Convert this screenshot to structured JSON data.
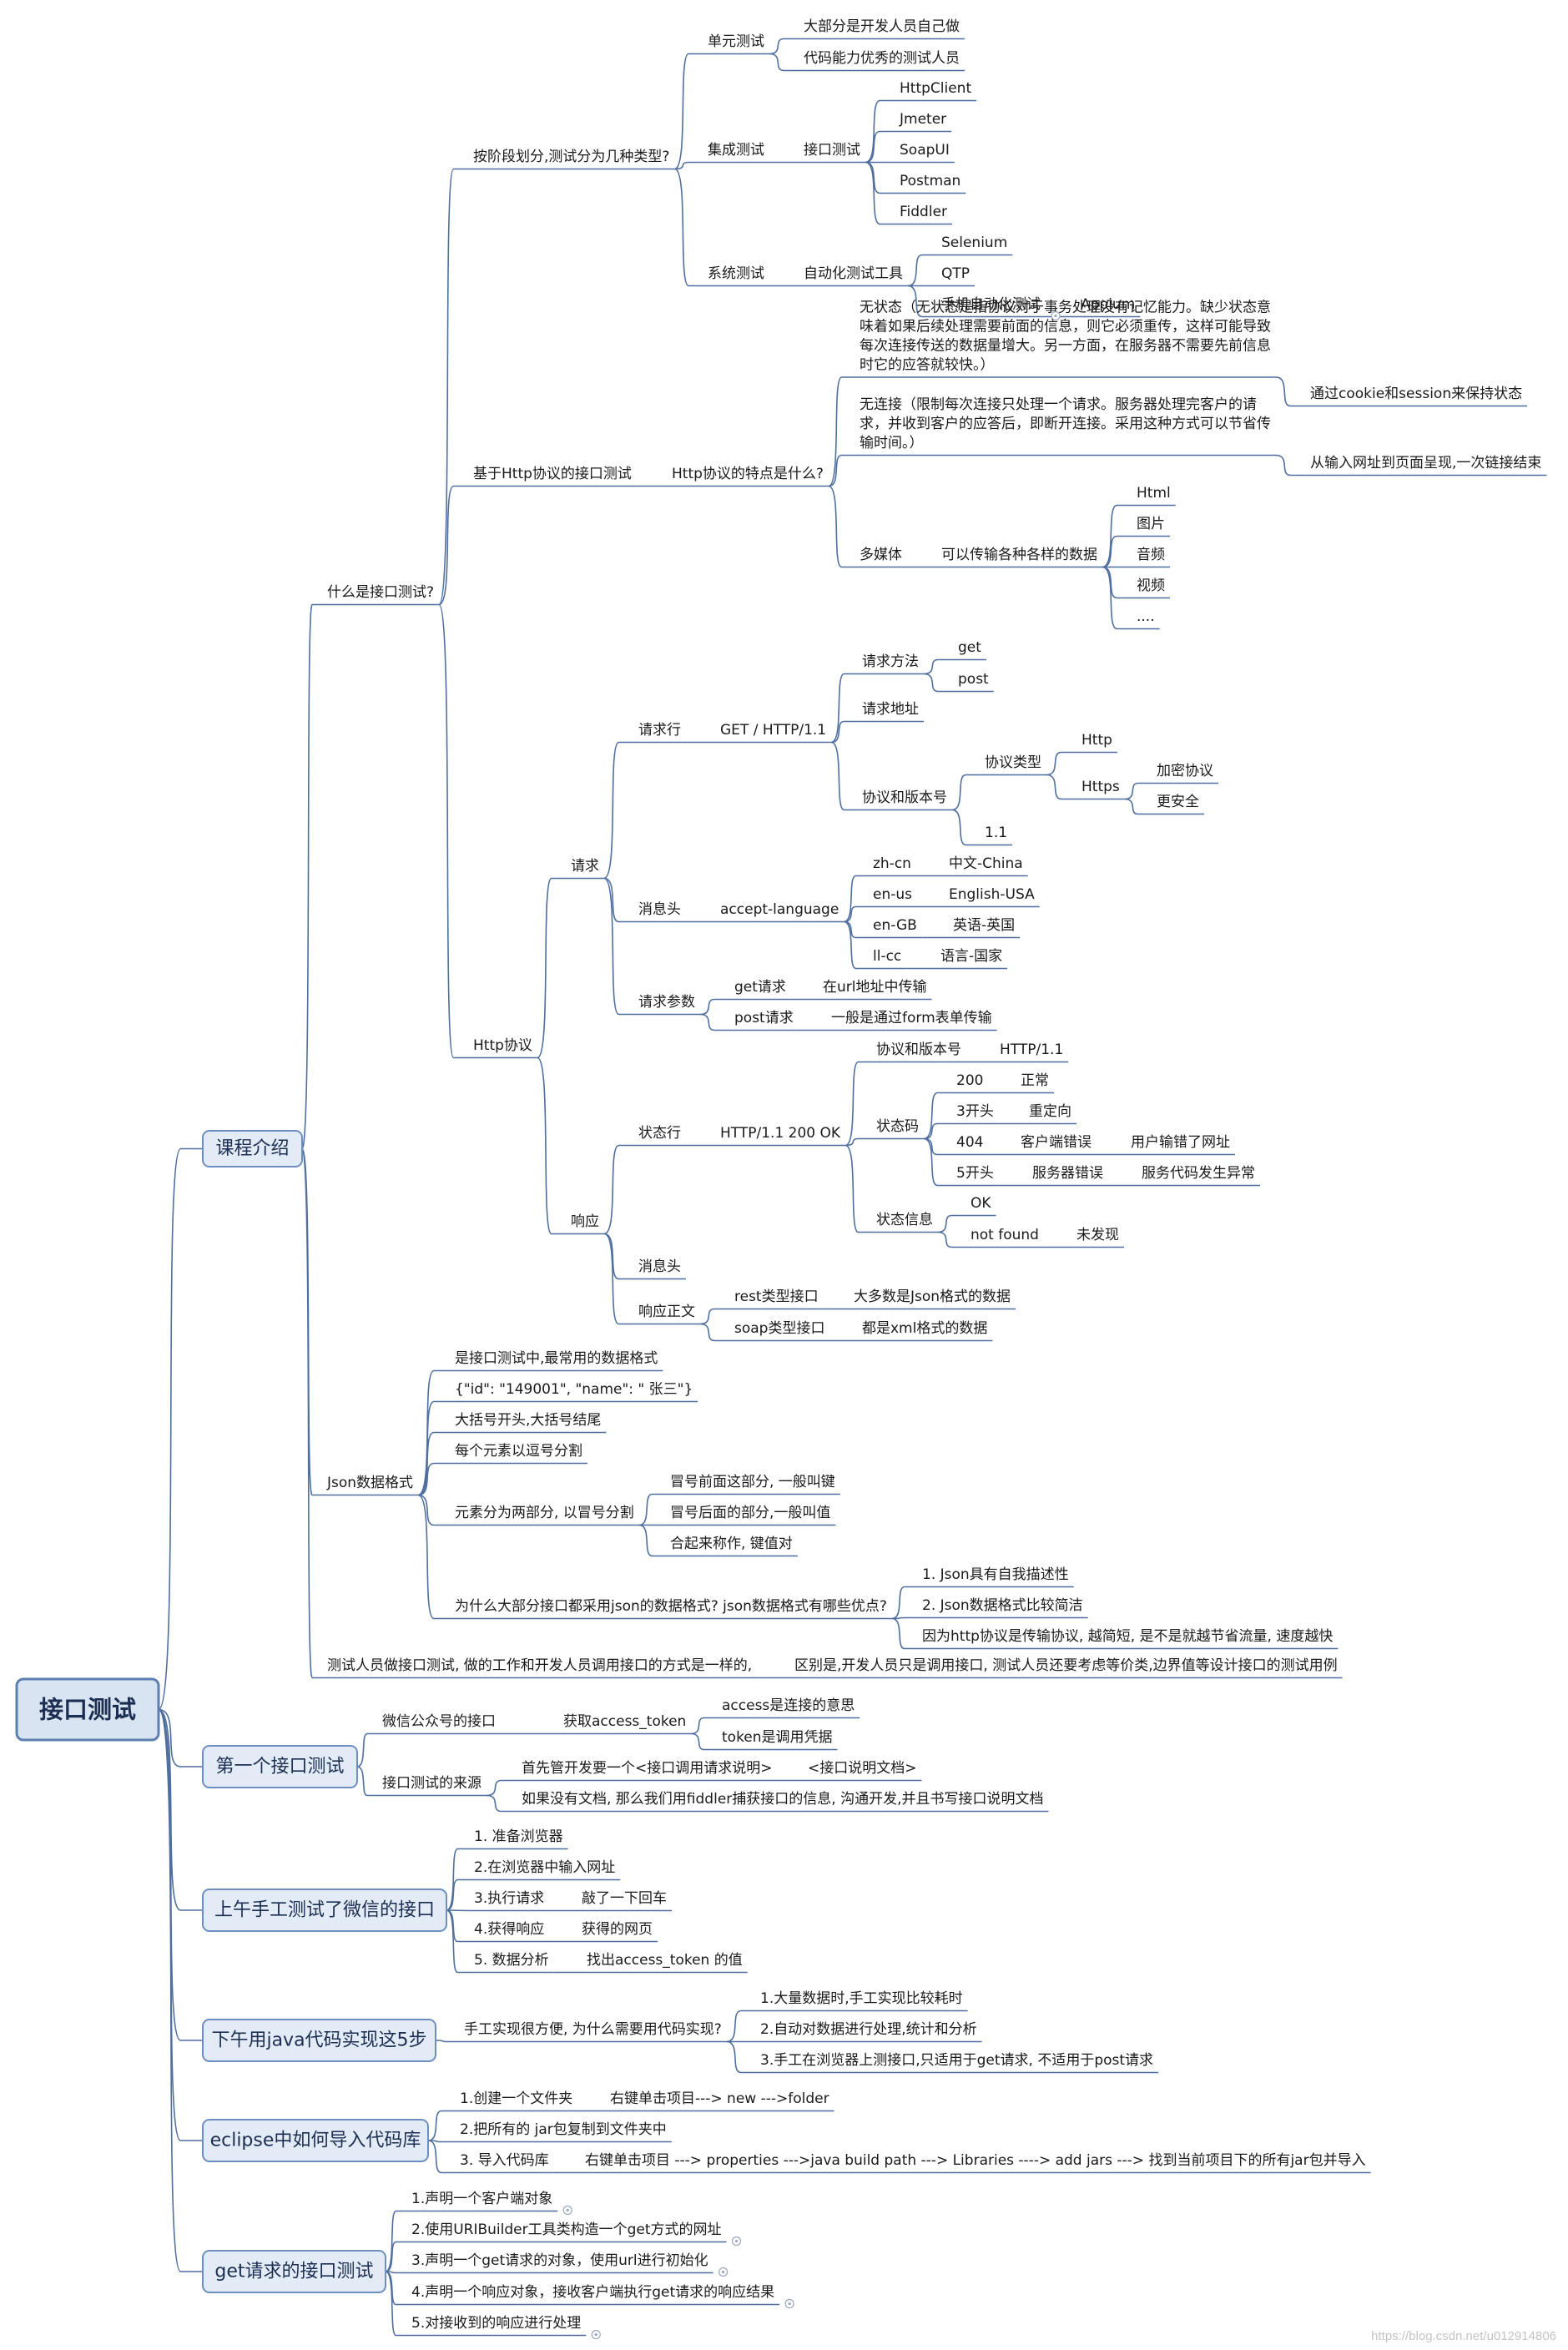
{
  "root": {
    "id": "root",
    "label": "接口测试"
  },
  "nodes": [
    {
      "id": "m1",
      "parent": "root",
      "label": "课程介绍"
    },
    {
      "id": "m2",
      "parent": "root",
      "label": "第一个接口测试"
    },
    {
      "id": "m3",
      "parent": "root",
      "label": "上午手工测试了微信的接口"
    },
    {
      "id": "m4",
      "parent": "root",
      "label": "下午用java代码实现这5步"
    },
    {
      "id": "m5",
      "parent": "root",
      "label": "eclipse中如何导入代码库"
    },
    {
      "id": "m6",
      "parent": "root",
      "label": "get请求的接口测试"
    },
    {
      "id": "a1",
      "parent": "m1",
      "label": "什么是接口测试?"
    },
    {
      "id": "a2",
      "parent": "m1",
      "label": "Json数据格式"
    },
    {
      "id": "a3",
      "parent": "m1",
      "label": "测试人员做接口测试, 做的工作和开发人员调用接口的方式是一样的,"
    },
    {
      "id": "a3x",
      "parent": "a3",
      "label": "区别是,开发人员只是调用接口, 测试人员还要考虑等价类,边界值等设计接口的测试用例"
    },
    {
      "id": "b1",
      "parent": "a1",
      "label": "按阶段划分,测试分为几种类型?"
    },
    {
      "id": "b2",
      "parent": "a1",
      "label": "基于Http协议的接口测试"
    },
    {
      "id": "b3",
      "parent": "a1",
      "label": "Http协议"
    },
    {
      "id": "c1",
      "parent": "b1",
      "label": "单元测试"
    },
    {
      "id": "c1a",
      "parent": "c1",
      "label": "大部分是开发人员自己做"
    },
    {
      "id": "c1b",
      "parent": "c1",
      "label": "代码能力优秀的测试人员"
    },
    {
      "id": "c2",
      "parent": "b1",
      "label": "集成测试"
    },
    {
      "id": "c2a",
      "parent": "c2",
      "label": "接口测试"
    },
    {
      "id": "c2a1",
      "parent": "c2a",
      "label": "HttpClient"
    },
    {
      "id": "c2a2",
      "parent": "c2a",
      "label": "Jmeter"
    },
    {
      "id": "c2a3",
      "parent": "c2a",
      "label": "SoapUI"
    },
    {
      "id": "c2a4",
      "parent": "c2a",
      "label": "Postman"
    },
    {
      "id": "c2a5",
      "parent": "c2a",
      "label": "Fiddler"
    },
    {
      "id": "c3",
      "parent": "b1",
      "label": "系统测试"
    },
    {
      "id": "c3a",
      "parent": "c3",
      "label": "自动化测试工具"
    },
    {
      "id": "c3a1",
      "parent": "c3a",
      "label": "Selenium"
    },
    {
      "id": "c3a2",
      "parent": "c3a",
      "label": "QTP"
    },
    {
      "id": "c3a3",
      "parent": "c3a",
      "label": "手机自动化测试"
    },
    {
      "id": "c3a3a",
      "parent": "c3a3",
      "label": "Appium"
    },
    {
      "id": "d1",
      "parent": "b2",
      "label": "Http协议的特点是什么?"
    },
    {
      "id": "d1a",
      "parent": "d1",
      "label": "无状态（无状态是指协议对于事务处理没有记忆能力。缺少状态意味着如果后续处理需要前面的信息，则它必须重传，这样可能导致每次连接传送的数据量增大。另一方面，在服务器不需要先前信息时它的应答就较快。）"
    },
    {
      "id": "d1a1",
      "parent": "d1a",
      "label": "通过cookie和session来保持状态"
    },
    {
      "id": "d1b",
      "parent": "d1",
      "label": "无连接（限制每次连接只处理一个请求。服务器处理完客户的请求，并收到客户的应答后，即断开连接。采用这种方式可以节省传输时间。）"
    },
    {
      "id": "d1b1",
      "parent": "d1b",
      "label": "从输入网址到页面呈现,一次链接结束"
    },
    {
      "id": "d1c",
      "parent": "d1",
      "label": "多媒体"
    },
    {
      "id": "d1c1",
      "parent": "d1c",
      "label": "可以传输各种各样的数据"
    },
    {
      "id": "d1c1a",
      "parent": "d1c1",
      "label": "Html"
    },
    {
      "id": "d1c1b",
      "parent": "d1c1",
      "label": "图片"
    },
    {
      "id": "d1c1c",
      "parent": "d1c1",
      "label": "音频"
    },
    {
      "id": "d1c1d",
      "parent": "d1c1",
      "label": "视频"
    },
    {
      "id": "d1c1e",
      "parent": "d1c1",
      "label": "...."
    },
    {
      "id": "e1",
      "parent": "b3",
      "label": "请求"
    },
    {
      "id": "e1a",
      "parent": "e1",
      "label": "请求行"
    },
    {
      "id": "e1a1",
      "parent": "e1a",
      "label": "GET / HTTP/1.1"
    },
    {
      "id": "e1a1a",
      "parent": "e1a1",
      "label": "请求方法"
    },
    {
      "id": "e1a1a1",
      "parent": "e1a1a",
      "label": "get"
    },
    {
      "id": "e1a1a2",
      "parent": "e1a1a",
      "label": "post"
    },
    {
      "id": "e1a1b",
      "parent": "e1a1",
      "label": "请求地址"
    },
    {
      "id": "e1a1c",
      "parent": "e1a1",
      "label": "协议和版本号"
    },
    {
      "id": "e1a1c1",
      "parent": "e1a1c",
      "label": "协议类型"
    },
    {
      "id": "e1a1c1a",
      "parent": "e1a1c1",
      "label": "Http"
    },
    {
      "id": "e1a1c1b",
      "parent": "e1a1c1",
      "label": "Https"
    },
    {
      "id": "e1a1c1b1",
      "parent": "e1a1c1b",
      "label": "加密协议"
    },
    {
      "id": "e1a1c1b2",
      "parent": "e1a1c1b",
      "label": "更安全"
    },
    {
      "id": "e1a1c2",
      "parent": "e1a1c",
      "label": "1.1"
    },
    {
      "id": "e1b",
      "parent": "e1",
      "label": "消息头"
    },
    {
      "id": "e1b1",
      "parent": "e1b",
      "label": "accept-language"
    },
    {
      "id": "e1b1a",
      "parent": "e1b1",
      "label": "zh-cn"
    },
    {
      "id": "e1b1a1",
      "parent": "e1b1a",
      "label": "中文-China"
    },
    {
      "id": "e1b1b",
      "parent": "e1b1",
      "label": "en-us"
    },
    {
      "id": "e1b1b1",
      "parent": "e1b1b",
      "label": "English-USA"
    },
    {
      "id": "e1b1c",
      "parent": "e1b1",
      "label": "en-GB"
    },
    {
      "id": "e1b1c1",
      "parent": "e1b1c",
      "label": "英语-英国"
    },
    {
      "id": "e1b1d",
      "parent": "e1b1",
      "label": "ll-cc"
    },
    {
      "id": "e1b1d1",
      "parent": "e1b1d",
      "label": "语言-国家"
    },
    {
      "id": "e1c",
      "parent": "e1",
      "label": "请求参数"
    },
    {
      "id": "e1c1",
      "parent": "e1c",
      "label": "get请求"
    },
    {
      "id": "e1c1a",
      "parent": "e1c1",
      "label": "在url地址中传输"
    },
    {
      "id": "e1c2",
      "parent": "e1c",
      "label": "post请求"
    },
    {
      "id": "e1c2a",
      "parent": "e1c2",
      "label": "一般是通过form表单传输"
    },
    {
      "id": "e2",
      "parent": "b3",
      "label": "响应"
    },
    {
      "id": "e2a",
      "parent": "e2",
      "label": "状态行"
    },
    {
      "id": "e2a1",
      "parent": "e2a",
      "label": "HTTP/1.1 200 OK"
    },
    {
      "id": "e2a1a",
      "parent": "e2a1",
      "label": "协议和版本号"
    },
    {
      "id": "e2a1a1",
      "parent": "e2a1a",
      "label": "HTTP/1.1"
    },
    {
      "id": "e2a1b",
      "parent": "e2a1",
      "label": "状态码"
    },
    {
      "id": "e2a1b1",
      "parent": "e2a1b",
      "label": "200"
    },
    {
      "id": "e2a1b1a",
      "parent": "e2a1b1",
      "label": "正常"
    },
    {
      "id": "e2a1b2",
      "parent": "e2a1b",
      "label": "3开头"
    },
    {
      "id": "e2a1b2a",
      "parent": "e2a1b2",
      "label": "重定向"
    },
    {
      "id": "e2a1b3",
      "parent": "e2a1b",
      "label": "404"
    },
    {
      "id": "e2a1b3a",
      "parent": "e2a1b3",
      "label": "客户端错误"
    },
    {
      "id": "e2a1b3a1",
      "parent": "e2a1b3a",
      "label": "用户输错了网址"
    },
    {
      "id": "e2a1b4",
      "parent": "e2a1b",
      "label": "5开头"
    },
    {
      "id": "e2a1b4a",
      "parent": "e2a1b4",
      "label": "服务器错误"
    },
    {
      "id": "e2a1b4a1",
      "parent": "e2a1b4a",
      "label": "服务代码发生异常"
    },
    {
      "id": "e2a1c",
      "parent": "e2a1",
      "label": "状态信息"
    },
    {
      "id": "e2a1c1",
      "parent": "e2a1c",
      "label": "OK"
    },
    {
      "id": "e2a1c2",
      "parent": "e2a1c",
      "label": "not found"
    },
    {
      "id": "e2a1c2a",
      "parent": "e2a1c2",
      "label": "未发现"
    },
    {
      "id": "e2b",
      "parent": "e2",
      "label": "消息头"
    },
    {
      "id": "e2c",
      "parent": "e2",
      "label": "响应正文"
    },
    {
      "id": "e2c1",
      "parent": "e2c",
      "label": "rest类型接口"
    },
    {
      "id": "e2c1a",
      "parent": "e2c1",
      "label": "大多数是Json格式的数据"
    },
    {
      "id": "e2c2",
      "parent": "e2c",
      "label": "soap类型接口"
    },
    {
      "id": "e2c2a",
      "parent": "e2c2",
      "label": "都是xml格式的数据"
    },
    {
      "id": "f1",
      "parent": "a2",
      "label": "是接口测试中,最常用的数据格式"
    },
    {
      "id": "f2",
      "parent": "a2",
      "label": "{\"id\": \"149001\", \"name\": \" 张三\"}"
    },
    {
      "id": "f3",
      "parent": "a2",
      "label": "大括号开头,大括号结尾"
    },
    {
      "id": "f4",
      "parent": "a2",
      "label": "每个元素以逗号分割"
    },
    {
      "id": "f5",
      "parent": "a2",
      "label": "元素分为两部分, 以冒号分割"
    },
    {
      "id": "f5a",
      "parent": "f5",
      "label": "冒号前面这部分, 一般叫键"
    },
    {
      "id": "f5b",
      "parent": "f5",
      "label": "冒号后面的部分,一般叫值"
    },
    {
      "id": "f5c",
      "parent": "f5",
      "label": "合起来称作, 键值对"
    },
    {
      "id": "f6",
      "parent": "a2",
      "label": "为什么大部分接口都采用json的数据格式? json数据格式有哪些优点?"
    },
    {
      "id": "f6a",
      "parent": "f6",
      "label": "1. Json具有自我描述性"
    },
    {
      "id": "f6b",
      "parent": "f6",
      "label": "2. Json数据格式比较简洁"
    },
    {
      "id": "f6c",
      "parent": "f6",
      "label": "因为http协议是传输协议, 越简短, 是不是就越节省流量, 速度越快"
    },
    {
      "id": "g1",
      "parent": "m2",
      "label": "微信公众号的接口"
    },
    {
      "id": "g1a",
      "parent": "g1",
      "label": "获取access_token"
    },
    {
      "id": "g1a1",
      "parent": "g1a",
      "label": "access是连接的意思"
    },
    {
      "id": "g1a2",
      "parent": "g1a",
      "label": "token是调用凭据"
    },
    {
      "id": "g2",
      "parent": "m2",
      "label": "接口测试的来源"
    },
    {
      "id": "g2a",
      "parent": "g2",
      "label": "首先管开发要一个<接口调用请求说明>"
    },
    {
      "id": "g2a1",
      "parent": "g2a",
      "label": "<接口说明文档>"
    },
    {
      "id": "g2b",
      "parent": "g2",
      "label": "如果没有文档, 那么我们用fiddler捕获接口的信息, 沟通开发,并且书写接口说明文档"
    },
    {
      "id": "h1",
      "parent": "m3",
      "label": "1. 准备浏览器"
    },
    {
      "id": "h2",
      "parent": "m3",
      "label": "2.在浏览器中输入网址"
    },
    {
      "id": "h3",
      "parent": "m3",
      "label": "3.执行请求"
    },
    {
      "id": "h3a",
      "parent": "h3",
      "label": "敲了一下回车"
    },
    {
      "id": "h4",
      "parent": "m3",
      "label": "4.获得响应"
    },
    {
      "id": "h4a",
      "parent": "h4",
      "label": "获得的网页"
    },
    {
      "id": "h5",
      "parent": "m3",
      "label": "5. 数据分析"
    },
    {
      "id": "h5a",
      "parent": "h5",
      "label": "找出access_token 的值"
    },
    {
      "id": "i1",
      "parent": "m4",
      "label": "手工实现很方便, 为什么需要用代码实现?"
    },
    {
      "id": "i1a",
      "parent": "i1",
      "label": "1.大量数据时,手工实现比较耗时"
    },
    {
      "id": "i1b",
      "parent": "i1",
      "label": "2.自动对数据进行处理,统计和分析"
    },
    {
      "id": "i1c",
      "parent": "i1",
      "label": "3.手工在浏览器上测接口,只适用于get请求, 不适用于post请求"
    },
    {
      "id": "j1",
      "parent": "m5",
      "label": "1.创建一个文件夹"
    },
    {
      "id": "j1a",
      "parent": "j1",
      "label": "右键单击项目---> new --->folder"
    },
    {
      "id": "j2",
      "parent": "m5",
      "label": "2.把所有的 jar包复制到文件夹中"
    },
    {
      "id": "j3",
      "parent": "m5",
      "label": "3. 导入代码库"
    },
    {
      "id": "j3a",
      "parent": "j3",
      "label": "右键单击项目 ---> properties --->java build path ---> Libraries ----> add jars ---> 找到当前项目下的所有jar包并导入"
    },
    {
      "id": "k1",
      "parent": "m6",
      "label": "1.声明一个客户端对象"
    },
    {
      "id": "k2",
      "parent": "m6",
      "label": "2.使用URIBuilder工具类构造一个get方式的网址"
    },
    {
      "id": "k3",
      "parent": "m6",
      "label": "3.声明一个get请求的对象，使用url进行初始化"
    },
    {
      "id": "k4",
      "parent": "m6",
      "label": "4.声明一个响应对象，接收客户端执行get请求的响应结果"
    },
    {
      "id": "k5",
      "parent": "m6",
      "label": "5.对接收到的响应进行处理"
    }
  ],
  "watermark": "https://blog.csdn.net/u012914806"
}
